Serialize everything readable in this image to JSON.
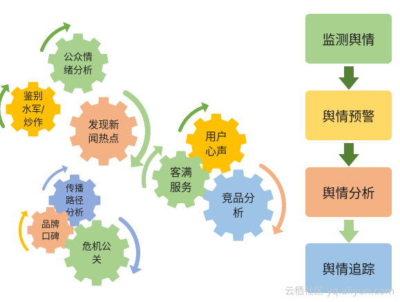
{
  "colors": {
    "green": "#70ad47",
    "light_green": "#a9d18e",
    "yellow": "#ffc000",
    "orange": "#f4b183",
    "blue": "#9dc3e6",
    "steel_blue": "#8faadc",
    "box_green": "#a9d18e",
    "box_yellow": "#ffd966",
    "box_orange": "#f4b183",
    "box_blue": "#9dc3e6",
    "arrow_dark": "#548235",
    "arrow_light": "#a9d18e"
  },
  "gears": [
    {
      "id": "public-emotion",
      "lines": [
        "公众情",
        "绪分析"
      ]
    },
    {
      "id": "detect-fake",
      "lines": [
        "鉴别",
        "水军/",
        "炒作"
      ]
    },
    {
      "id": "news-hotspot",
      "lines": [
        "发现新",
        "闻热点"
      ]
    },
    {
      "id": "propagation",
      "lines": [
        "传播",
        "路径",
        "分析"
      ]
    },
    {
      "id": "brand",
      "lines": [
        "品牌",
        "口碑"
      ]
    },
    {
      "id": "crisis",
      "lines": [
        "危机公",
        "关"
      ]
    },
    {
      "id": "user-voice",
      "lines": [
        "用户",
        "心声"
      ]
    },
    {
      "id": "customer-service",
      "lines": [
        "客满",
        "服务"
      ]
    },
    {
      "id": "competitor",
      "lines": [
        "竞品分",
        "析"
      ]
    }
  ],
  "flow": [
    {
      "label": "监测舆情"
    },
    {
      "label": "舆情预警"
    },
    {
      "label": "舆情分析"
    },
    {
      "label": "舆情追踪"
    }
  ],
  "watermark": "云栖社区 yq.aliyun.com"
}
